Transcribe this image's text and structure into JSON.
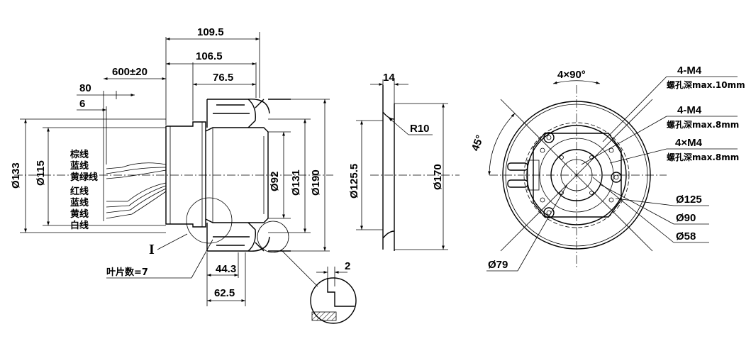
{
  "side_view": {
    "width_total": "109.5",
    "width_body": "106.5",
    "width_rotor": "76.5",
    "cable_length": "600±20",
    "strip_length": "80",
    "tin_length": "6",
    "dia_outer_flange": "Ø133",
    "dia_motor": "Ø115",
    "dia_hub": "Ø92",
    "dia_inlet": "Ø131",
    "dia_impeller": "Ø190",
    "depth_inlet": "44.3",
    "depth_impeller": "62.5",
    "blade_count": "叶片数=7",
    "detail_label": "I",
    "detail_clearance": "2",
    "wires": [
      "棕线",
      "蓝线",
      "黄绿线",
      "红线",
      "蓝线",
      "黄线",
      "白线"
    ]
  },
  "section_view": {
    "thickness": "14",
    "radius": "R10",
    "dia_inner": "Ø125.5",
    "dia_outer": "Ø170"
  },
  "front_view": {
    "angle_pattern": "4×90°",
    "angle_offset": "45°",
    "note_1_title": "4-M4",
    "note_1_text": "螺孔深max.10mm",
    "note_2_title": "4-M4",
    "note_2_text": "螺孔深max.8mm",
    "note_3_title": "4×M4",
    "note_3_text": "螺孔深max.8mm",
    "dia_125": "Ø125",
    "dia_90": "Ø90",
    "dia_58": "Ø58",
    "dia_79": "Ø79"
  }
}
